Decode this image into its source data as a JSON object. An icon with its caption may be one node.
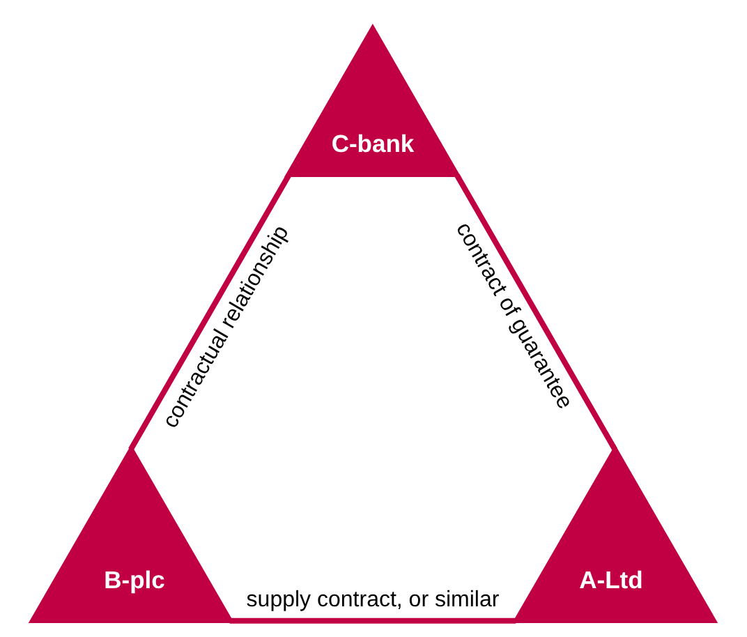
{
  "diagram": {
    "nodes": [
      {
        "text": [
          "C-bank"
        ]
      },
      {
        "text": [
          "B-plc"
        ]
      },
      {
        "text": [
          "A-Ltd"
        ]
      }
    ],
    "edges": [
      {
        "from": 1,
        "to": 0,
        "arrow": "none",
        "label": "contractual relationship"
      },
      {
        "from": 0,
        "to": 2,
        "arrow": "none",
        "label": "contract of guarantee"
      },
      {
        "from": 1,
        "to": 2,
        "arrow": "none",
        "label": "supply contract, or similar"
      }
    ]
  }
}
